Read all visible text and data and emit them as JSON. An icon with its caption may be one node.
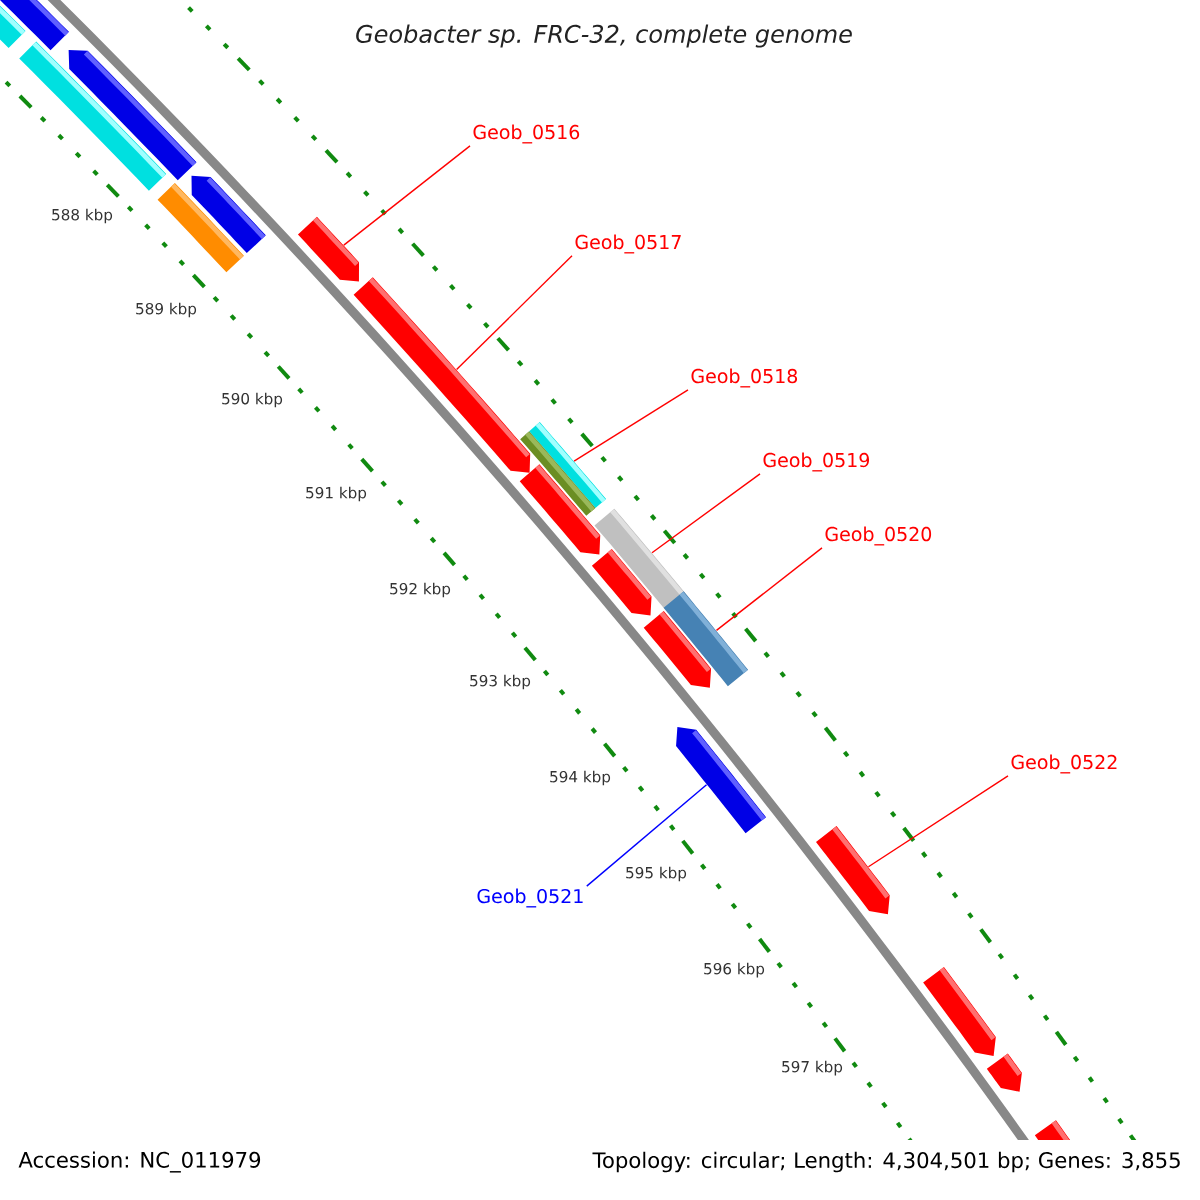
{
  "diagram": {
    "title": "Geobacter sp. FRC-32, complete genome",
    "nodes": [
      {
        "text": [
          "Geob_0516"
        ]
      },
      {
        "text": [
          "Geob_0517"
        ]
      },
      {
        "text": [
          "Geob_0518"
        ]
      },
      {
        "text": [
          "Geob_0519"
        ]
      },
      {
        "text": [
          "Geob_0520"
        ]
      },
      {
        "text": [
          "Geob_0522"
        ]
      },
      {
        "text": [
          "Geob_0521"
        ]
      },
      {
        "text": [],
        "shape": "box"
      },
      {
        "text": [],
        "shape": "arrow"
      },
      {
        "text": [],
        "shape": "box"
      },
      {
        "text": [],
        "shape": "arrow"
      },
      {
        "text": [],
        "shape": "box"
      },
      {
        "text": [],
        "shape": "arrow"
      },
      {
        "text": [],
        "shape": "arrow"
      },
      {
        "text": [],
        "shape": "arrow"
      },
      {
        "text": [],
        "shape": "box"
      },
      {
        "text": [],
        "shape": "box"
      },
      {
        "text": [],
        "shape": "arrow"
      },
      {
        "text": [],
        "shape": "box"
      },
      {
        "text": [],
        "shape": "arrow"
      },
      {
        "text": [],
        "shape": "box"
      },
      {
        "text": [],
        "shape": "arrow"
      },
      {
        "text": [],
        "shape": "arrow"
      },
      {
        "text": [],
        "shape": "arrow"
      },
      {
        "text": [],
        "shape": "arrow"
      },
      {
        "text": [],
        "shape": "arrow"
      },
      {
        "text": [],
        "shape": "arrow"
      }
    ],
    "edges": [
      {
        "from": 0,
        "to": 13,
        "arrow": "none"
      },
      {
        "from": 1,
        "to": 14,
        "arrow": "none"
      },
      {
        "from": 2,
        "to": 15,
        "arrow": "none"
      },
      {
        "from": 3,
        "to": 18,
        "arrow": "none"
      },
      {
        "from": 4,
        "to": 20,
        "arrow": "none"
      },
      {
        "from": 5,
        "to": 23,
        "arrow": "none"
      },
      {
        "from": 6,
        "to": 22,
        "arrow": "none",
        "color": "#0000ff"
      }
    ],
    "labels": [
      "588 kbp",
      "589 kbp",
      "590 kbp",
      "591 kbp",
      "592 kbp",
      "593 kbp",
      "594 kbp",
      "595 kbp",
      "596 kbp",
      "597 kbp",
      "Accession: NC_011979",
      "Topology: circular; Length: 4,304,501 bp; Genes: 3,855"
    ]
  }
}
